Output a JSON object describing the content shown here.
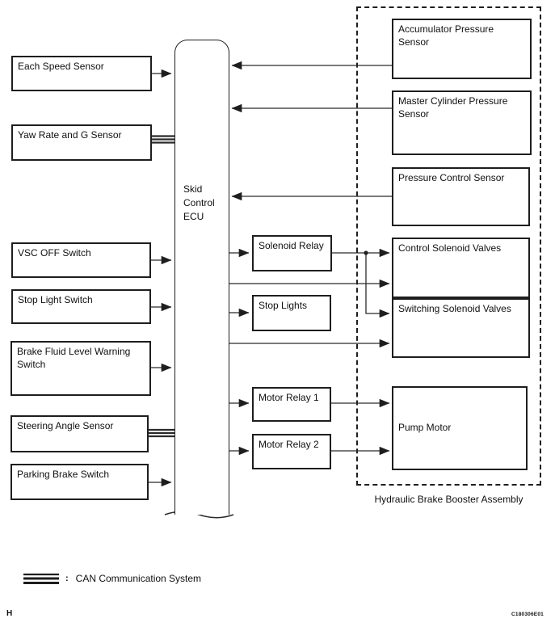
{
  "page": {
    "background": "#ffffff",
    "line_color": "#2a2a2a",
    "text_color": "#101010"
  },
  "ecu": {
    "label": "Skid\nControl\nECU"
  },
  "left_column": {
    "items": [
      {
        "label": "Each Speed Sensor"
      },
      {
        "label": "Yaw Rate and G Sensor"
      },
      {
        "label": "VSC OFF Switch"
      },
      {
        "label": "Stop Light Switch"
      },
      {
        "label": "Brake Fluid Level Warning Switch"
      },
      {
        "label": "Steering Angle Sensor"
      },
      {
        "label": "Parking Brake Switch"
      }
    ]
  },
  "middle_column": {
    "items": [
      {
        "label": "Solenoid Relay"
      },
      {
        "label": "Stop Lights"
      },
      {
        "label": "Motor Relay 1"
      },
      {
        "label": "Motor Relay 2"
      }
    ]
  },
  "assembly": {
    "title": "Hydraulic Brake Booster Assembly",
    "items": [
      {
        "label": "Accumulator Pressure Sensor"
      },
      {
        "label": "Master Cylinder Pressure Sensor"
      },
      {
        "label": "Pressure Control Sensor"
      },
      {
        "label": "Control Solenoid Valves"
      },
      {
        "label": "Switching Solenoid Valves"
      },
      {
        "label": "Pump Motor"
      }
    ]
  },
  "legend": {
    "symbol": "can-bus-triple-line",
    "separator": ":",
    "label": "CAN Communication System"
  },
  "footer": {
    "page_marker": "H",
    "figure_code": "C180306E01"
  }
}
